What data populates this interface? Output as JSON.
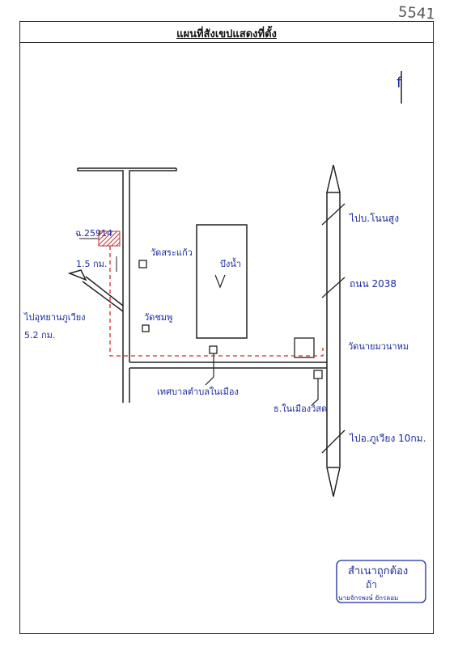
{
  "page": {
    "number": "5541",
    "title": "แผนที่สังเขปแสดงที่ตั้ง"
  },
  "map": {
    "north_symbol": "f",
    "labels": {
      "deed": "ฉ.25914",
      "distance_short": "1.5 กม.",
      "to_rice_park": "ไปอุทยานภูเวียง",
      "rice_park_distance": "5.2 กม.",
      "wat_sakaeo": "วัดสระแก้ว",
      "wat_chomphu": "วัดชมพู",
      "pond": "บึงน้ำ",
      "to_ban_nonsung": "ไปบ.โนนสูง",
      "road": "ถนน 2038",
      "wat_nai_muang": "วัดนายมวนาหม",
      "municipality": "เทศบาลตำบลในเมือง",
      "bank": "ธ.ในเมืองวิสด",
      "to_phuwiang": "ไปอ.ภูเวียง 10กม."
    },
    "stamp": {
      "line1": "สำเนาถูกต้อง",
      "signature": "ถ้า",
      "line2": "นายจักรพงษ์ ยักรลอม"
    },
    "colors": {
      "ink": "#1b2aa0",
      "pencil": "#222222",
      "route": "#d42a2a",
      "plot": "#c0333a"
    }
  }
}
